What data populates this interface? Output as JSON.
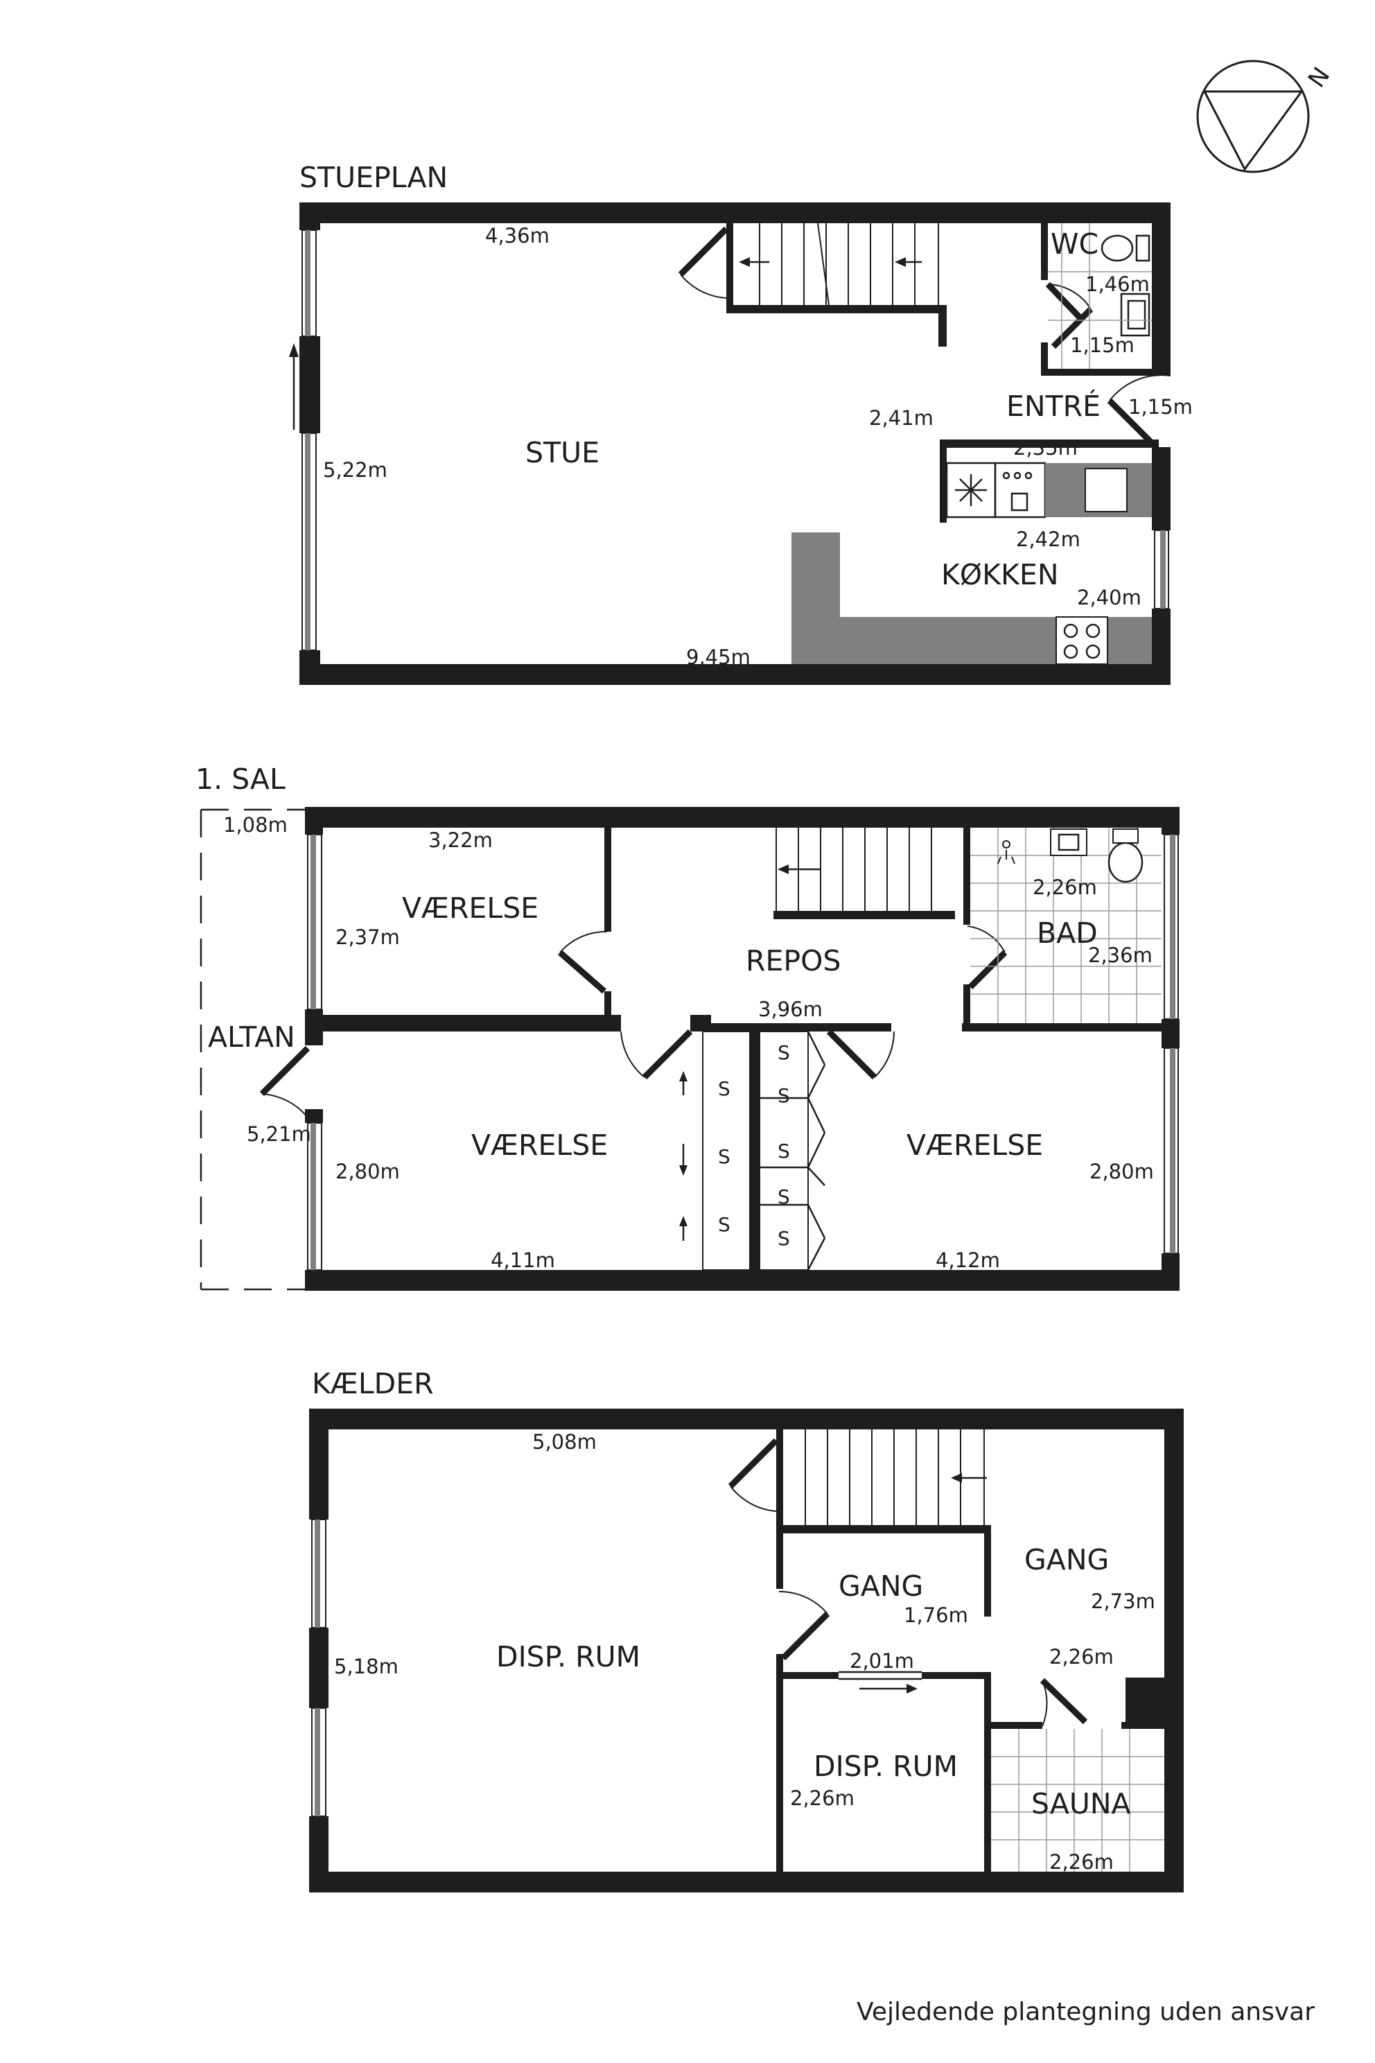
{
  "compass": {
    "letter": "N"
  },
  "footer": "Vejledende plantegning uden ansvar",
  "floors": {
    "ground": {
      "title": "STUEPLAN",
      "rooms": {
        "stue": "STUE",
        "wc": "WC",
        "entre": "ENTRÉ",
        "kokken": "KØKKEN"
      },
      "dims": {
        "top": "4,36m",
        "left": "5,22m",
        "bottom": "9,45m",
        "mid": "2,41m",
        "wc_w": "1,46m",
        "wc_h": "1,15m",
        "entre": "1,15m",
        "kitchen_top": "2,35m",
        "kitchen_mid": "2,42m",
        "kitchen_right": "2,40m"
      }
    },
    "first": {
      "title": "1. SAL",
      "rooms": {
        "room1": "VÆRELSE",
        "repos": "REPOS",
        "bad": "BAD",
        "altan": "ALTAN",
        "room2": "VÆRELSE",
        "room3": "VÆRELSE"
      },
      "dims": {
        "altan_w": "1,08m",
        "room1_w": "3,22m",
        "room1_h": "2,37m",
        "repos_w": "3,96m",
        "bad_w": "2,26m",
        "bad_h": "2,36m",
        "altan_h": "5,21m",
        "room2_h": "2,80m",
        "room2_w": "4,11m",
        "room3_h": "2,80m",
        "room3_w": "4,12m"
      },
      "closet": "S"
    },
    "basement": {
      "title": "KÆLDER",
      "rooms": {
        "disp1": "DISP. RUM",
        "gang1": "GANG",
        "gang2": "GANG",
        "disp2": "DISP. RUM",
        "sauna": "SAUNA"
      },
      "dims": {
        "top": "5,08m",
        "left": "5,18m",
        "gang1": "1,76m",
        "gang2": "2,73m",
        "passage": "2,01m",
        "sauna_top": "2,26m",
        "disp2": "2,26m",
        "sauna_bottom": "2,26m"
      }
    }
  }
}
